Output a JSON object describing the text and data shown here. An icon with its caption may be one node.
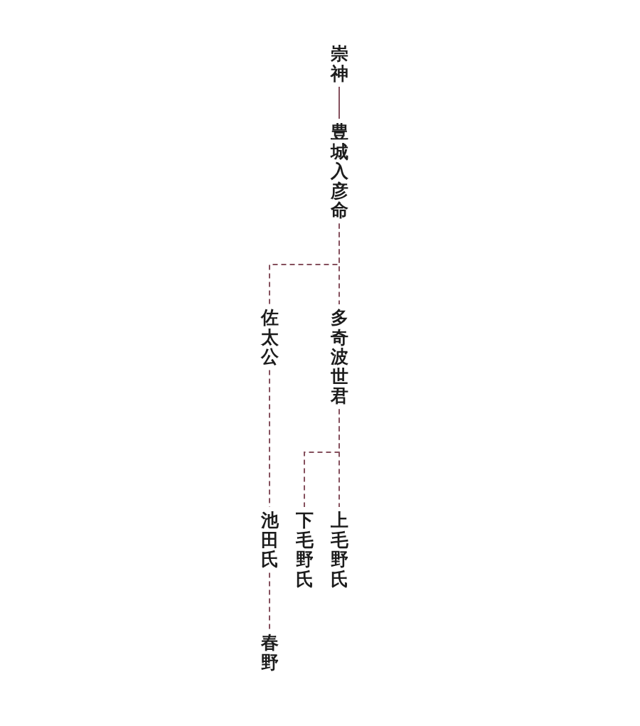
{
  "diagram": {
    "nodes": [
      {
        "text": [
          "崇神"
        ]
      },
      {
        "text": [
          "豊城入彦命"
        ]
      },
      {
        "text": [
          "佐太公"
        ]
      },
      {
        "text": [
          "多奇波世君"
        ]
      },
      {
        "text": [
          "池田氏"
        ]
      },
      {
        "text": [
          "下毛野氏"
        ]
      },
      {
        "text": [
          "上毛野氏"
        ]
      },
      {
        "text": [
          "春野"
        ]
      }
    ],
    "edges": [
      {
        "from": 0,
        "to": 1,
        "arrow": "none"
      },
      {
        "from": 1,
        "to": 2,
        "arrow": "none",
        "style": "dashed"
      },
      {
        "from": 1,
        "to": 3,
        "arrow": "none",
        "style": "dashed"
      },
      {
        "from": 2,
        "to": 4,
        "arrow": "none",
        "style": "dashed"
      },
      {
        "from": 3,
        "to": 5,
        "arrow": "none",
        "style": "dashed"
      },
      {
        "from": 3,
        "to": 6,
        "arrow": "none",
        "style": "dashed"
      },
      {
        "from": 4,
        "to": 7,
        "arrow": "none",
        "style": "dashed"
      }
    ]
  }
}
